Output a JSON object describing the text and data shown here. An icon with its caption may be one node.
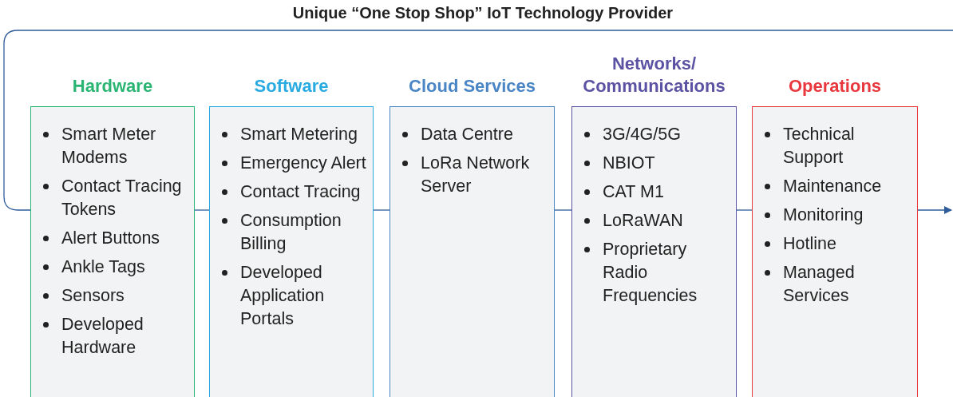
{
  "diagram": {
    "title": "Unique “One Stop Shop” IoT Technology Provider",
    "nodes": [
      {
        "text": [
          "Hardware",
          "Smart Meter Modems",
          "Contact Tracing Tokens",
          "Alert Buttons",
          "Ankle Tags",
          "Sensors",
          "Developed Hardware"
        ]
      },
      {
        "text": [
          "Software",
          "Smart Metering",
          "Emergency Alert",
          "Contact Tracing",
          "Consumption Billing",
          "Developed Application Portals"
        ]
      },
      {
        "text": [
          "Cloud Services",
          "Data Centre",
          "LoRa Network Server"
        ]
      },
      {
        "text": [
          "Networks/ Communications",
          "3G/4G/5G",
          "NBIOT",
          "CAT M1",
          "LoRaWAN",
          "Proprietary Radio Frequencies"
        ]
      },
      {
        "text": [
          "Operations",
          "Technical Support",
          "Maintenance",
          "Monitoring",
          "Hotline",
          "Managed Services"
        ]
      }
    ],
    "edges": [
      {
        "from": 0,
        "to": null,
        "arrow": "none"
      },
      {
        "from": 0,
        "to": 1,
        "arrow": "none"
      },
      {
        "from": 1,
        "to": 2,
        "arrow": "none"
      },
      {
        "from": 2,
        "to": 3,
        "arrow": "none"
      },
      {
        "from": 3,
        "to": 4,
        "arrow": "none"
      },
      {
        "from": 4,
        "to": null,
        "arrow": "to"
      }
    ]
  }
}
